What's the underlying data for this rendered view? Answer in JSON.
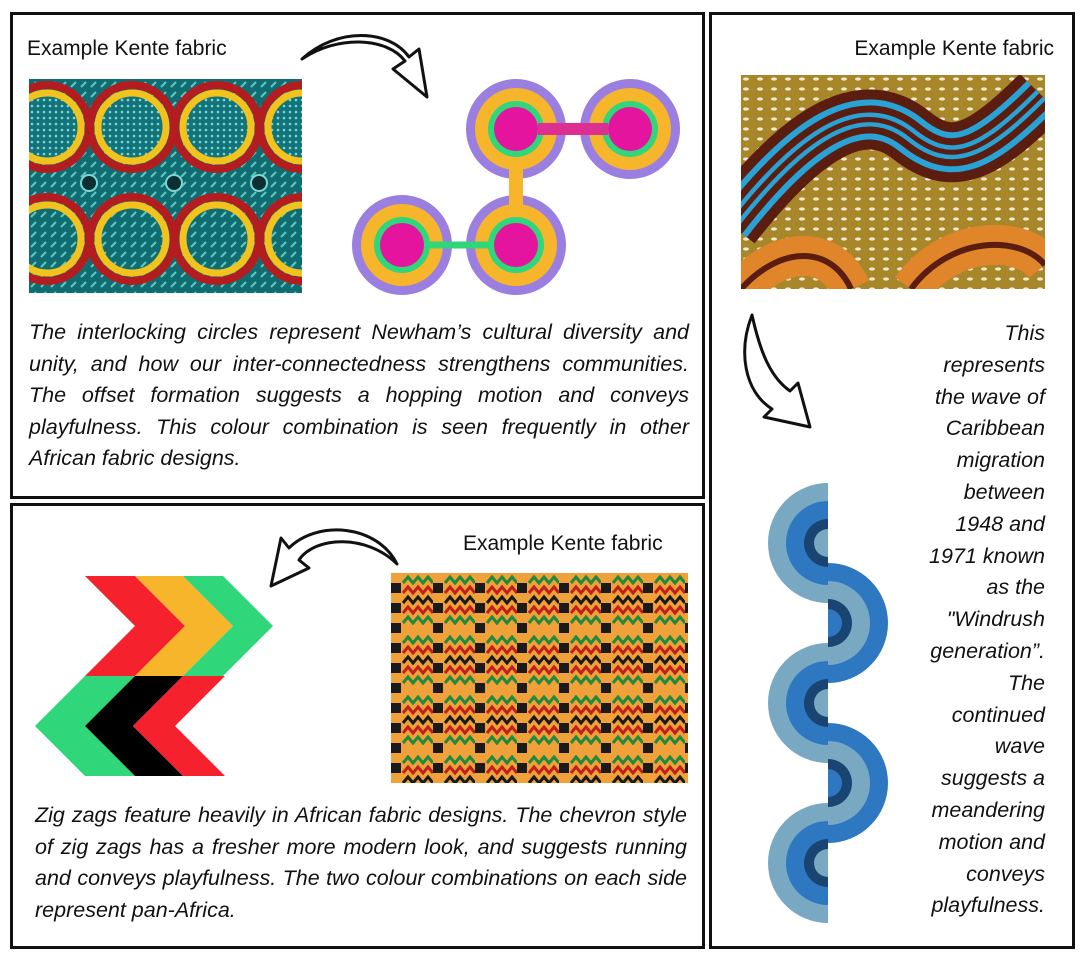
{
  "panels": {
    "circles": {
      "label": "Example Kente fabric",
      "description": "The interlocking circles represent Newham’s cultural diversity and unity, and how our inter-connectedness strengthens communities. The offset formation suggests a hopping motion and conveys playfulness. This colour combination is seen frequently in other African fabric designs."
    },
    "chevrons": {
      "label": "Example Kente fabric",
      "description": "Zig zags feature heavily in African fabric designs. The chevron style of zig zags has a fresher more modern look, and suggests running and conveys playfulness. The two colour combinations on each side represent pan-Africa."
    },
    "waves": {
      "label": "Example Kente fabric",
      "description_lines": [
        "This",
        "represents",
        "the wave of",
        "Caribbean",
        "migration",
        "between",
        "1948 and",
        "1971 known",
        "as the",
        "\"Windrush",
        "generation”.",
        "The",
        "continued",
        "wave",
        "suggests a",
        "meandering",
        "motion and",
        "conveys",
        "playfulness."
      ]
    }
  },
  "colors": {
    "purple": "#9b7fe0",
    "orange": "#f7b52c",
    "green": "#2fd67a",
    "magenta": "#e4149e",
    "pink": "#dd2f92",
    "red": "#f5222d",
    "black": "#000000",
    "blue": "#2e78c2",
    "lightblue": "#79a8c2",
    "navy": "#1a4472"
  },
  "icons": [
    "curved-arrow-right-icon",
    "curved-arrow-down-icon",
    "curved-arrow-left-icon"
  ]
}
